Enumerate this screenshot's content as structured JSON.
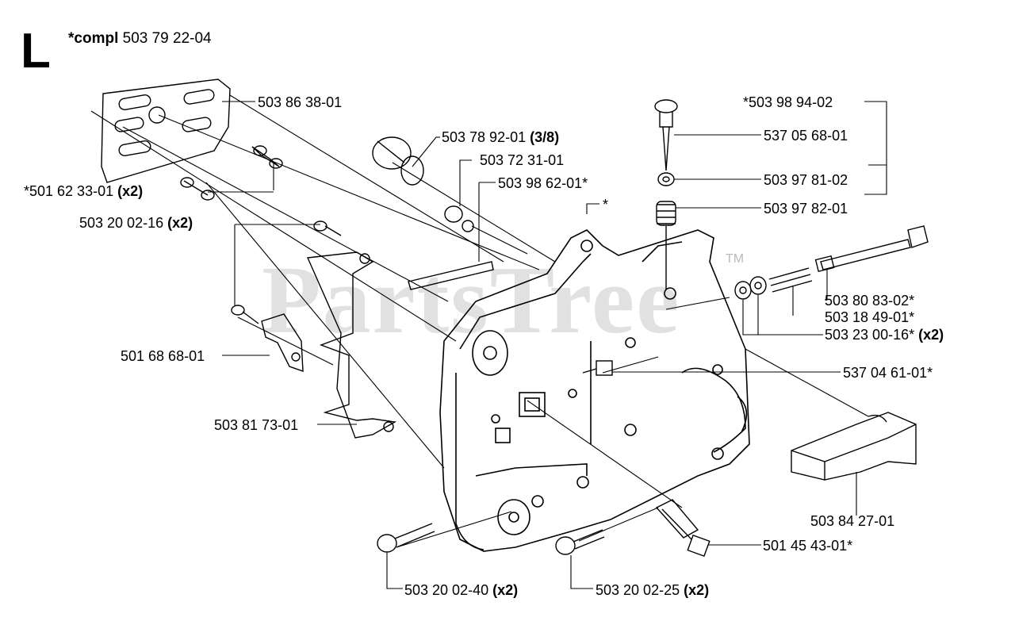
{
  "section": {
    "letter": "L",
    "compl_prefix": "*compl",
    "compl_number": "503 79 22-04"
  },
  "watermark": {
    "text": "PartsTree",
    "tm": "TM"
  },
  "callouts": [
    {
      "id": "c1",
      "number": "503 86 38-01",
      "qty": ""
    },
    {
      "id": "c2",
      "number": "*501 62 33-01",
      "qty": "(x2)"
    },
    {
      "id": "c3",
      "number": "503 20 02-16",
      "qty": "(x2)"
    },
    {
      "id": "c4",
      "number": "501 68 68-01",
      "qty": ""
    },
    {
      "id": "c5",
      "number": "503 81 73-01",
      "qty": ""
    },
    {
      "id": "c6",
      "number": "503 78 92-01",
      "qty": "(3/8)"
    },
    {
      "id": "c7",
      "number": "503 72 31-01",
      "qty": ""
    },
    {
      "id": "c8",
      "number": "503 98 62-01*",
      "qty": ""
    },
    {
      "id": "c9",
      "number": "*",
      "qty": ""
    },
    {
      "id": "c10",
      "number": "*503 98 94-02",
      "qty": ""
    },
    {
      "id": "c11",
      "number": "537 05 68-01",
      "qty": ""
    },
    {
      "id": "c12",
      "number": "503 97 81-02",
      "qty": ""
    },
    {
      "id": "c13",
      "number": "503 97 82-01",
      "qty": ""
    },
    {
      "id": "c14",
      "number": "503 80 83-02*",
      "qty": ""
    },
    {
      "id": "c15",
      "number": "503 18 49-01*",
      "qty": ""
    },
    {
      "id": "c16",
      "number": "503 23 00-16*",
      "qty": "(x2)"
    },
    {
      "id": "c17",
      "number": "537 04 61-01*",
      "qty": ""
    },
    {
      "id": "c18",
      "number": "503 84 27-01",
      "qty": ""
    },
    {
      "id": "c19",
      "number": "501 45 43-01*",
      "qty": ""
    },
    {
      "id": "c20",
      "number": "503 20 02-40",
      "qty": "(x2)"
    },
    {
      "id": "c21",
      "number": "503 20 02-25",
      "qty": "(x2)"
    }
  ]
}
